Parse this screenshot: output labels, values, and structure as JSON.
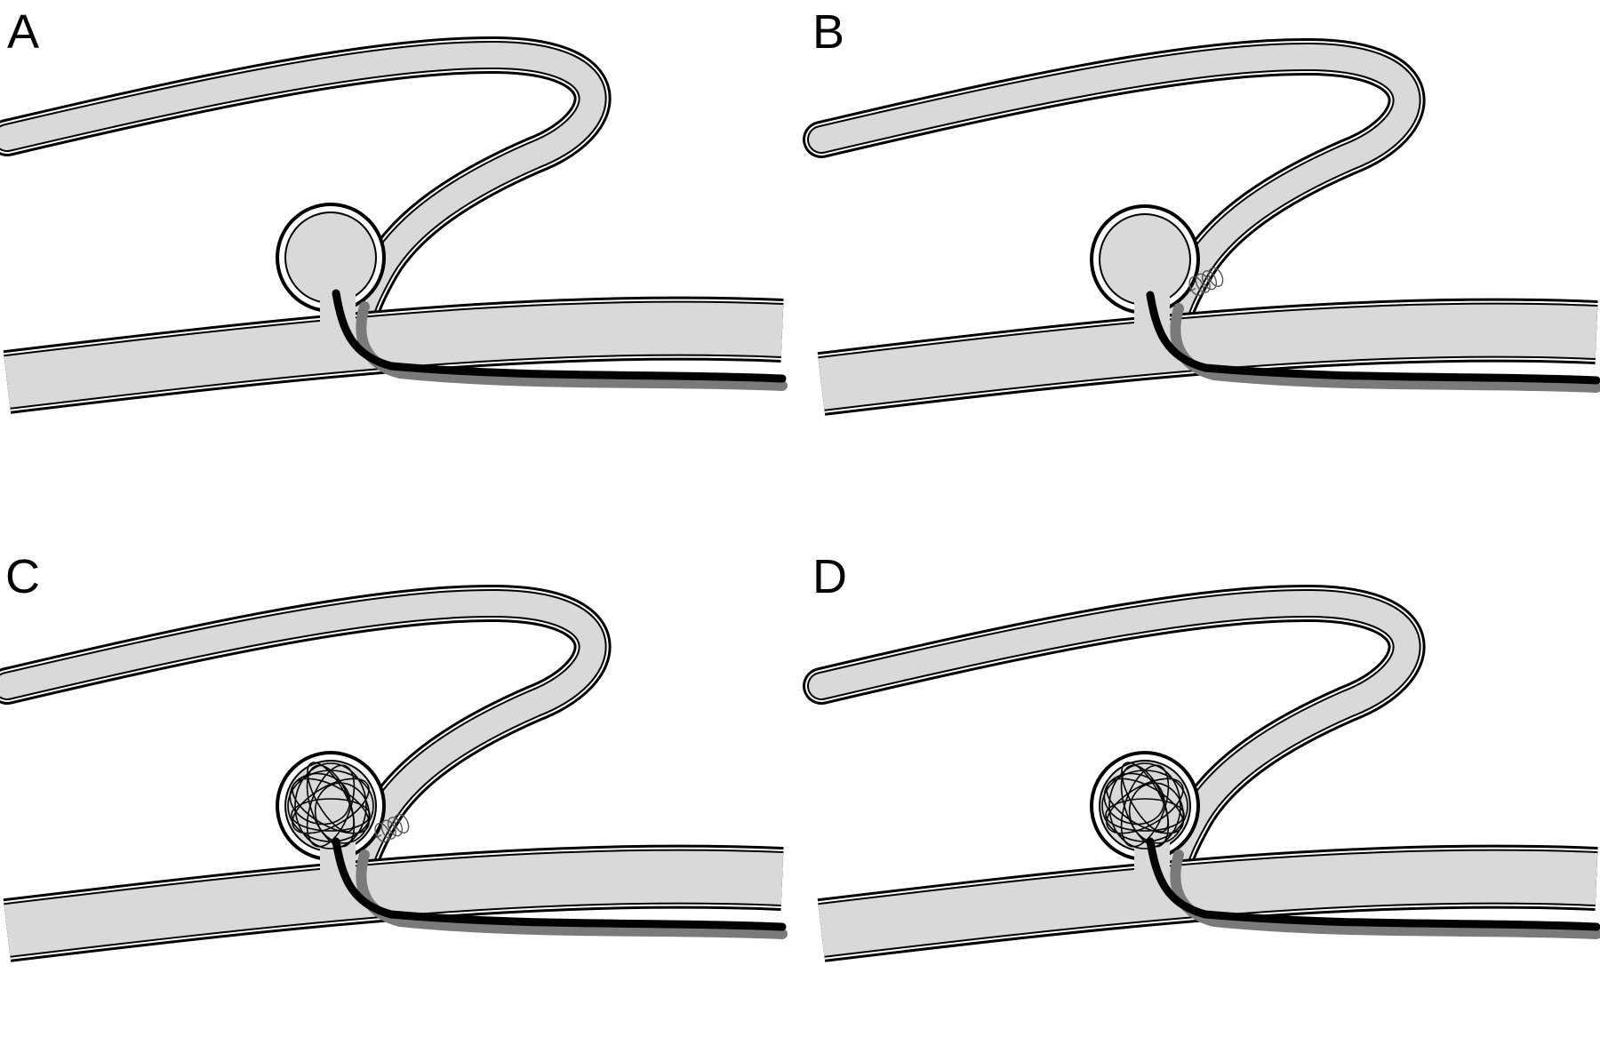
{
  "figure": {
    "panels": [
      {
        "label": "A",
        "stage": "catheter-in-aneurysm",
        "coil_mass": false,
        "coil_in_branch": false
      },
      {
        "label": "B",
        "stage": "coil-advanced-into-branch",
        "coil_mass": false,
        "coil_in_branch": true
      },
      {
        "label": "C",
        "stage": "coil-mass-with-branch-coil",
        "coil_mass": true,
        "coil_in_branch": true
      },
      {
        "label": "D",
        "stage": "coil-mass-branch-clear",
        "coil_mass": true,
        "coil_in_branch": false
      }
    ],
    "colors": {
      "vessel_fill": "#d9d9d9",
      "vessel_wall": "#000000",
      "catheter": "#000000",
      "catheter_shadow": "#7a7a7a",
      "background": "#ffffff"
    }
  }
}
